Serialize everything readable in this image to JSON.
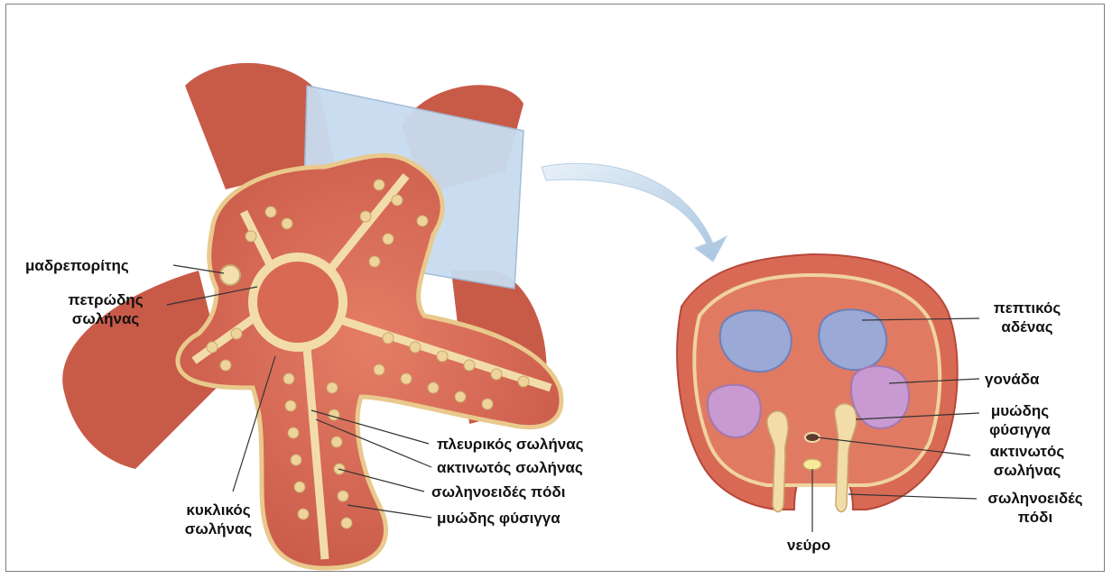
{
  "colors": {
    "body": "#d86a55",
    "body_dark": "#b8483a",
    "canal": "#f2ddaa",
    "canal_edge": "#c9a86a",
    "section_plane": "#c8dcf0",
    "arrow": "#c8dcee",
    "gland": "#9aa9d6",
    "gonad": "#c99ad2",
    "leader": "#333333"
  },
  "left_labels": {
    "madreporite": "μαδρεπορίτης",
    "stone_canal": [
      "πετρώδης",
      "σωλήνας"
    ],
    "ring_canal": [
      "κυκλικός",
      "σωλήνας"
    ],
    "lateral_canal": "πλευρικός σωλήνας",
    "radial_canal": "ακτινωτός σωλήνας",
    "tube_foot": "σωληνοειδές πόδι",
    "ampulla": "μυώδης φύσιγγα"
  },
  "right_labels": {
    "digestive_gland": [
      "πεπτικός",
      "αδένας"
    ],
    "gonad": "γονάδα",
    "ampulla": [
      "μυώδης",
      "φύσιγγα"
    ],
    "radial_canal": [
      "ακτινωτός",
      "σωλήνας"
    ],
    "tube_foot": [
      "σωληνοειδές",
      "πόδι"
    ],
    "nerve": "νεύρο"
  }
}
